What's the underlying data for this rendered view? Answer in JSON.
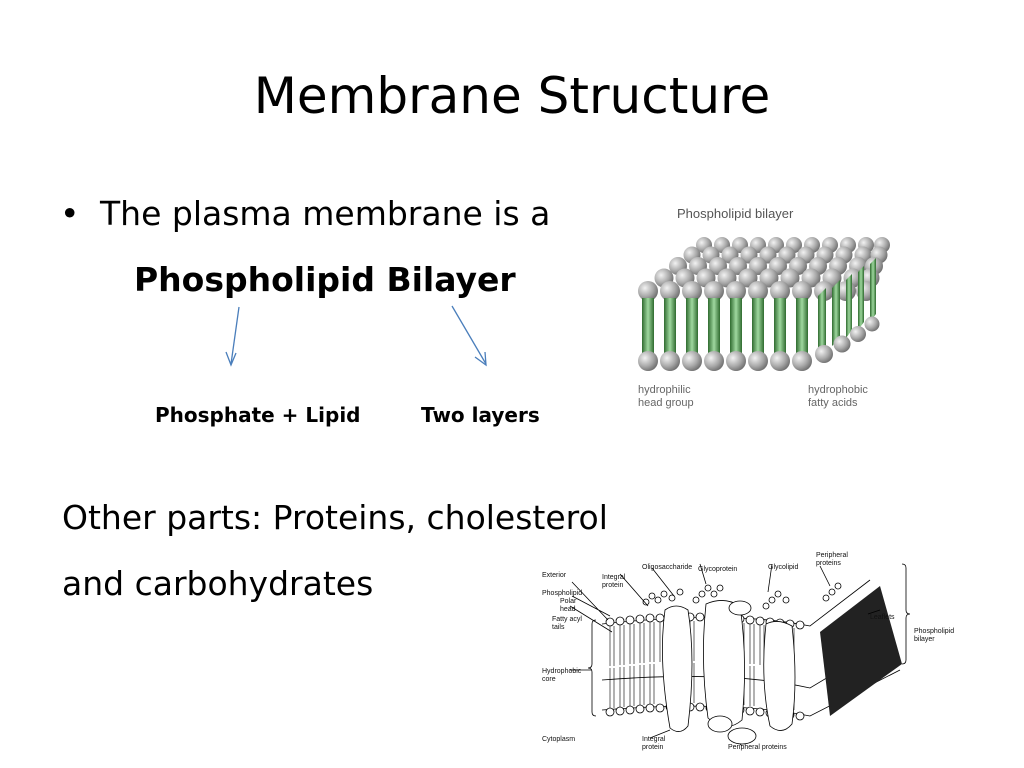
{
  "slide": {
    "title": "Membrane Structure",
    "bullet_char": "•",
    "bullet_text": "The plasma membrane is a",
    "bold_term": "Phospholipid Bilayer",
    "label_left": "Phosphate + Lipid",
    "label_right": "Two layers",
    "other_line1": "Other parts:  Proteins, cholesterol",
    "other_line2": " and carbohydrates"
  },
  "figure1": {
    "title": "Phospholipid bilayer",
    "label_left_1": "hydrophilic",
    "label_left_2": "head group",
    "label_right_1": "hydrophobic",
    "label_right_2": "fatty acids"
  },
  "figure2": {
    "exterior": "Exterior",
    "phospholipid": "Phospholipid",
    "polar_head_1": "Polar",
    "polar_head_2": "head",
    "fatty_acyl_1": "Fatty acyl",
    "fatty_acyl_2": "tails",
    "hydrophobic_1": "Hydrophobic",
    "hydrophobic_2": "core",
    "cytoplasm": "Cytoplasm",
    "integral_top_1": "Integral",
    "integral_top_2": "protein",
    "oligosaccharide": "Oligosaccharide",
    "glycoprotein": "Glycoprotein",
    "glycolipid": "Glycolipid",
    "peripheral_top_1": "Peripheral",
    "peripheral_top_2": "proteins",
    "leaflets": "Leaflets",
    "phospholipid_bilayer_1": "Phospholipid",
    "phospholipid_bilayer_2": "bilayer",
    "integral_bottom_1": "Integral",
    "integral_bottom_2": "protein",
    "peripheral_bottom": "Peripheral proteins"
  }
}
